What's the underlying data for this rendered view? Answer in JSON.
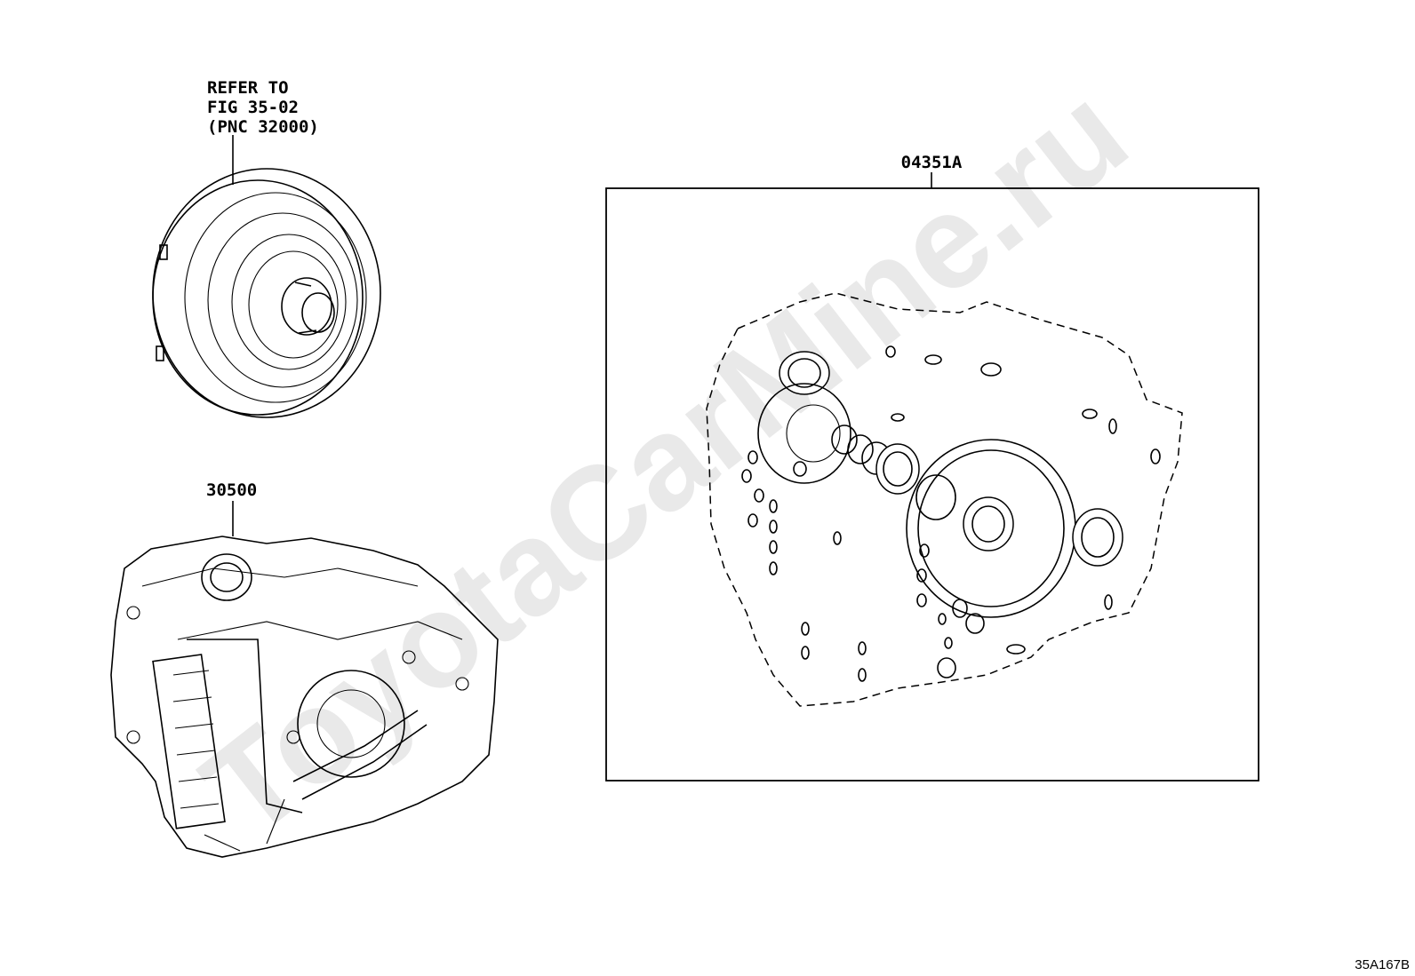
{
  "watermark": "ToyotaCarMine.ru",
  "callouts": {
    "refer_line1": "REFER TO",
    "refer_line2": "FIG 35-02",
    "refer_line3": "(PNC 32000)",
    "transaxle": "30500",
    "gasket_kit": "04351A"
  },
  "figure_code": "35A167B"
}
